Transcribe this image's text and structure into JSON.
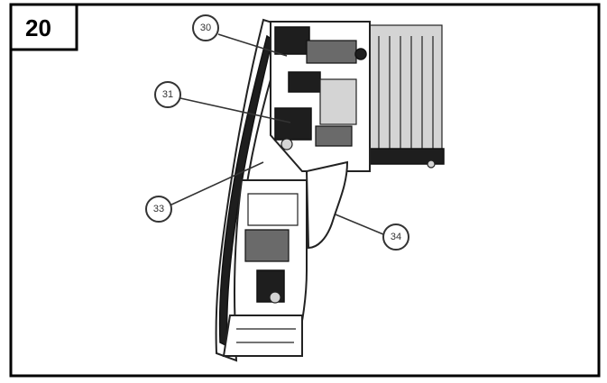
{
  "figure": {
    "number": "20",
    "callouts": [
      {
        "id": "c30",
        "label": "30"
      },
      {
        "id": "c31",
        "label": "31"
      },
      {
        "id": "c33",
        "label": "33"
      },
      {
        "id": "c34",
        "label": "34"
      }
    ]
  },
  "colors": {
    "ink": "#000000",
    "paper": "#ffffff",
    "shade": "#1e1e1e"
  }
}
